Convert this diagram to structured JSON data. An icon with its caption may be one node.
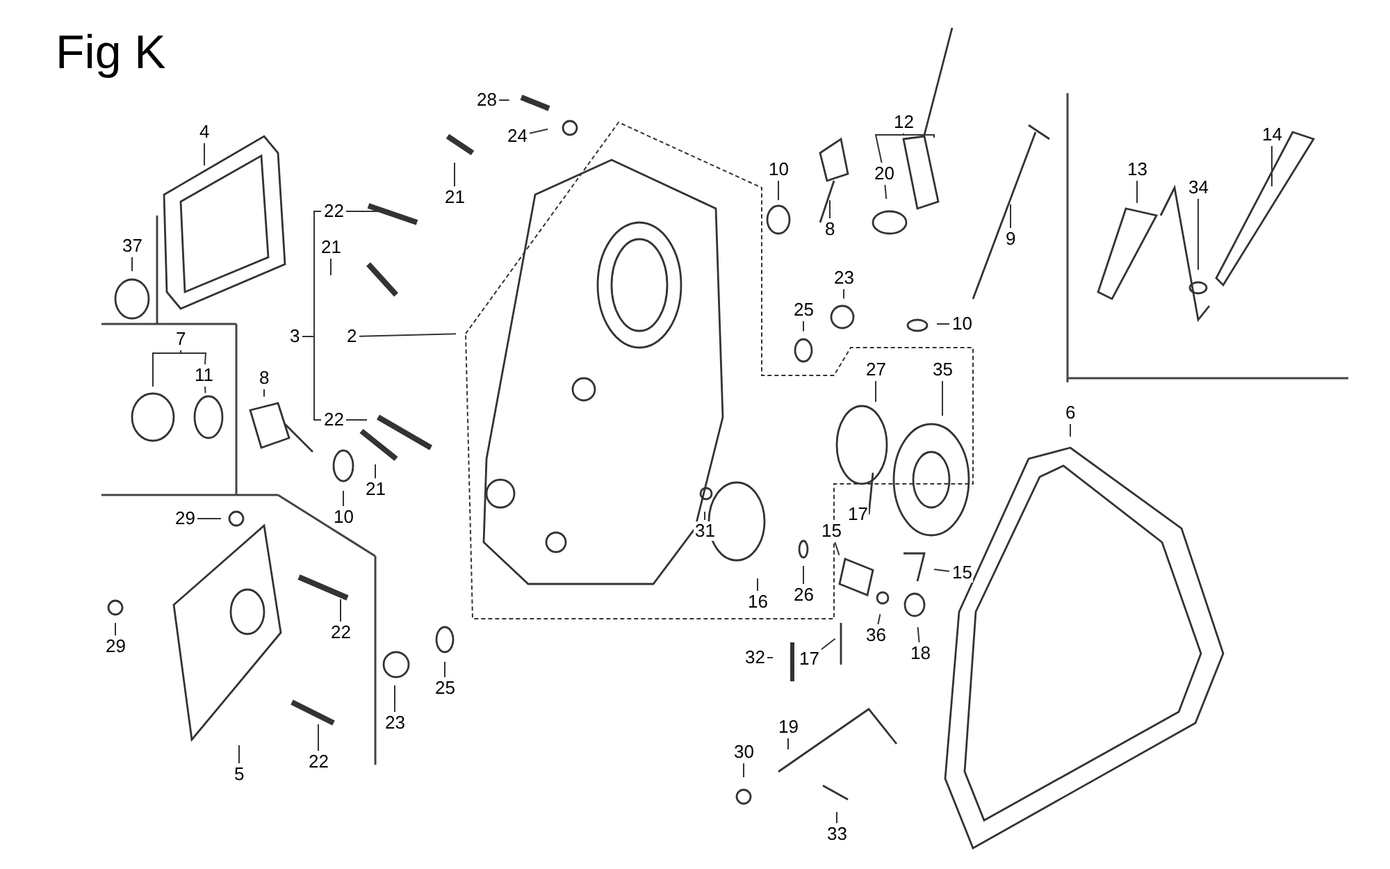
{
  "diagram": {
    "title": "Fig K",
    "nodes": [
      {
        "text": [
          "4"
        ]
      },
      {
        "text": [
          "37"
        ]
      },
      {
        "text": [
          "22"
        ]
      },
      {
        "text": [
          "21"
        ]
      },
      {
        "text": [
          "3"
        ]
      },
      {
        "text": [
          "2"
        ]
      },
      {
        "text": [
          "22"
        ]
      },
      {
        "text": [
          "21"
        ]
      },
      {
        "text": [
          "7"
        ]
      },
      {
        "text": [
          "11"
        ]
      },
      {
        "text": [
          "8"
        ]
      },
      {
        "text": [
          "10"
        ]
      },
      {
        "text": [
          "29"
        ]
      },
      {
        "text": [
          "29"
        ]
      },
      {
        "text": [
          "22"
        ]
      },
      {
        "text": [
          "5"
        ]
      },
      {
        "text": [
          "22"
        ]
      },
      {
        "text": [
          "23"
        ]
      },
      {
        "text": [
          "25"
        ]
      },
      {
        "text": [
          "28"
        ]
      },
      {
        "text": [
          "24"
        ]
      },
      {
        "text": [
          "21"
        ]
      },
      {
        "text": [
          "10"
        ]
      },
      {
        "text": [
          "8"
        ]
      },
      {
        "text": [
          "12"
        ]
      },
      {
        "text": [
          "20"
        ]
      },
      {
        "text": [
          "9"
        ]
      },
      {
        "text": [
          "23"
        ]
      },
      {
        "text": [
          "25"
        ]
      },
      {
        "text": [
          "10"
        ]
      },
      {
        "text": [
          "27"
        ]
      },
      {
        "text": [
          "35"
        ]
      },
      {
        "text": [
          "31"
        ]
      },
      {
        "text": [
          "16"
        ]
      },
      {
        "text": [
          "26"
        ]
      },
      {
        "text": [
          "17"
        ]
      },
      {
        "text": [
          "15"
        ]
      },
      {
        "text": [
          "15"
        ]
      },
      {
        "text": [
          "36"
        ]
      },
      {
        "text": [
          "18"
        ]
      },
      {
        "text": [
          "32"
        ]
      },
      {
        "text": [
          "17"
        ]
      },
      {
        "text": [
          "19"
        ]
      },
      {
        "text": [
          "30"
        ]
      },
      {
        "text": [
          "33"
        ]
      },
      {
        "text": [
          "13"
        ]
      },
      {
        "text": [
          "34"
        ]
      },
      {
        "text": [
          "14"
        ]
      },
      {
        "text": [
          "6"
        ]
      }
    ],
    "edges": [
      {
        "from": 0,
        "to": null,
        "arrow": "none"
      },
      {
        "from": 1,
        "to": null,
        "arrow": "none"
      },
      {
        "from": 2,
        "to": null,
        "arrow": "none"
      },
      {
        "from": 3,
        "to": null,
        "arrow": "none"
      },
      {
        "from": 4,
        "to": 2,
        "arrow": "none"
      },
      {
        "from": 4,
        "to": 6,
        "arrow": "none"
      },
      {
        "from": 5,
        "to": null,
        "arrow": "none"
      },
      {
        "from": 6,
        "to": null,
        "arrow": "none"
      },
      {
        "from": 7,
        "to": null,
        "arrow": "none"
      },
      {
        "from": 8,
        "to": null,
        "arrow": "none"
      },
      {
        "from": 8,
        "to": 9,
        "arrow": "none"
      },
      {
        "from": 9,
        "to": null,
        "arrow": "none"
      },
      {
        "from": 10,
        "to": null,
        "arrow": "none"
      },
      {
        "from": 11,
        "to": null,
        "arrow": "none"
      },
      {
        "from": 12,
        "to": null,
        "arrow": "none"
      },
      {
        "from": 13,
        "to": null,
        "arrow": "none"
      },
      {
        "from": 14,
        "to": null,
        "arrow": "none"
      },
      {
        "from": 15,
        "to": null,
        "arrow": "none"
      },
      {
        "from": 16,
        "to": null,
        "arrow": "none"
      },
      {
        "from": 17,
        "to": null,
        "arrow": "none"
      },
      {
        "from": 18,
        "to": null,
        "arrow": "none"
      },
      {
        "from": 19,
        "to": null,
        "arrow": "none"
      },
      {
        "from": 20,
        "to": null,
        "arrow": "none"
      },
      {
        "from": 21,
        "to": null,
        "arrow": "none"
      },
      {
        "from": 22,
        "to": null,
        "arrow": "none"
      },
      {
        "from": 23,
        "to": null,
        "arrow": "none"
      },
      {
        "from": 24,
        "to": 25,
        "arrow": "none"
      },
      {
        "from": 24,
        "to": null,
        "arrow": "none"
      },
      {
        "from": 25,
        "to": null,
        "arrow": "none"
      },
      {
        "from": 26,
        "to": null,
        "arrow": "none"
      },
      {
        "from": 27,
        "to": null,
        "arrow": "none"
      },
      {
        "from": 28,
        "to": null,
        "arrow": "none"
      },
      {
        "from": 29,
        "to": null,
        "arrow": "none"
      },
      {
        "from": 30,
        "to": null,
        "arrow": "none"
      },
      {
        "from": 31,
        "to": null,
        "arrow": "none"
      },
      {
        "from": 32,
        "to": null,
        "arrow": "none"
      },
      {
        "from": 33,
        "to": null,
        "arrow": "none"
      },
      {
        "from": 34,
        "to": null,
        "arrow": "none"
      },
      {
        "from": 35,
        "to": null,
        "arrow": "none"
      },
      {
        "from": 36,
        "to": null,
        "arrow": "none"
      },
      {
        "from": 37,
        "to": null,
        "arrow": "none"
      },
      {
        "from": 38,
        "to": null,
        "arrow": "none"
      },
      {
        "from": 39,
        "to": null,
        "arrow": "none"
      },
      {
        "from": 40,
        "to": null,
        "arrow": "none"
      },
      {
        "from": 41,
        "to": null,
        "arrow": "none"
      },
      {
        "from": 42,
        "to": null,
        "arrow": "none"
      },
      {
        "from": 43,
        "to": null,
        "arrow": "none"
      },
      {
        "from": 44,
        "to": null,
        "arrow": "none"
      },
      {
        "from": 45,
        "to": null,
        "arrow": "none"
      },
      {
        "from": 46,
        "to": null,
        "arrow": "none"
      },
      {
        "from": 47,
        "to": null,
        "arrow": "none"
      },
      {
        "from": 48,
        "to": null,
        "arrow": "none"
      }
    ]
  }
}
